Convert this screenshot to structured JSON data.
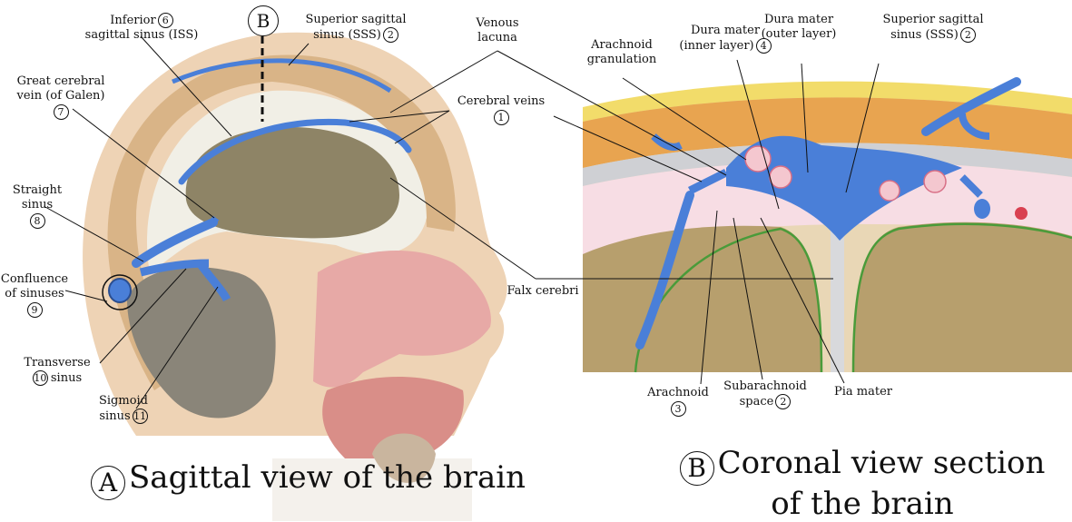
{
  "panel_a": {
    "section_marker": "B",
    "caption": {
      "marker": "A",
      "text": "Sagittal view of the brain"
    },
    "labels": {
      "iss_l1": "Inferior",
      "iss_num": "6",
      "iss_l2": "sagittal sinus (ISS)",
      "sss_l1": "Superior sagittal",
      "sss_l2": "sinus (SSS)",
      "sss_num": "2",
      "galen_l1": "Great cerebral",
      "galen_l2": "vein (of Galen)",
      "galen_num": "7",
      "straight_l1": "Straight",
      "straight_l2": "sinus",
      "straight_num": "8",
      "conf_l1": "Confluence",
      "conf_l2": "of sinuses",
      "conf_num": "9",
      "trans_l1": "Transverse",
      "trans_l2": "sinus",
      "trans_num": "10",
      "sig_l1": "Sigmoid",
      "sig_l2": "sinus",
      "sig_num": "11"
    }
  },
  "center": {
    "venous_l1": "Venous",
    "venous_l2": "lacuna",
    "cerebral_veins": "Cerebral veins",
    "cerebral_num": "1",
    "falx": "Falx cerebri"
  },
  "panel_b": {
    "caption": {
      "marker": "B",
      "line1": "Coronal view section",
      "line2": "of the brain"
    },
    "labels": {
      "arach_gran_l1": "Arachnoid",
      "arach_gran_l2": "granulation",
      "dura_in_l1": "Dura mater",
      "dura_in_l2": "(inner layer)",
      "dura_in_num": "4",
      "dura_out_l1": "Dura mater",
      "dura_out_l2": "(outer layer)",
      "sss_l1": "Superior sagittal",
      "sss_l2": "sinus (SSS)",
      "sss_num": "2",
      "arachnoid": "Arachnoid",
      "arachnoid_num": "3",
      "subarach_l1": "Subarachnoid",
      "subarach_l2": "space",
      "subarach_num": "2",
      "pia": "Pia mater"
    }
  },
  "colors": {
    "vein_blue": "#4a7fd8",
    "skin": "#e9c9a6",
    "bone": "#d8b384",
    "brain": "#c2b391",
    "pink": "#e98aa0",
    "green_pia": "#4a9b3a"
  }
}
